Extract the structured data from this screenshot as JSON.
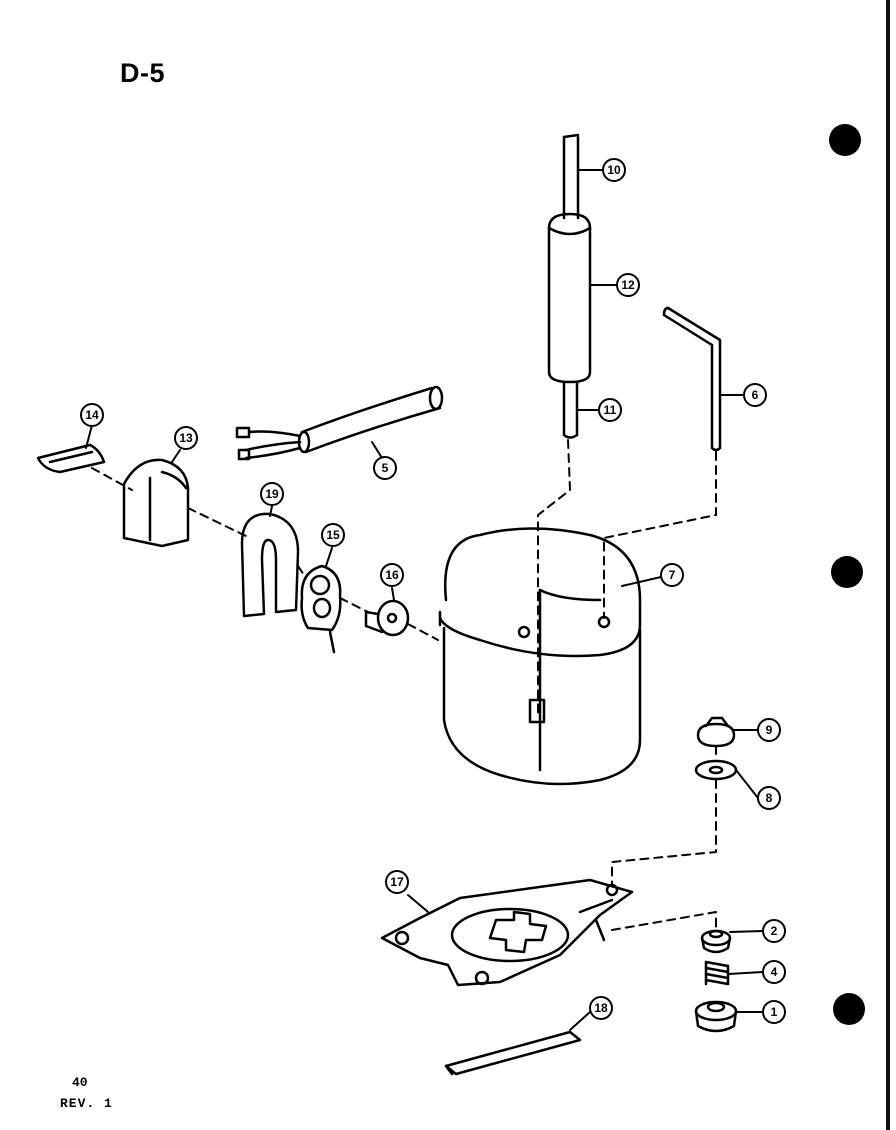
{
  "diagram": {
    "title": "D-5",
    "page_number": "40",
    "revision": "REV. 1",
    "callouts": [
      {
        "id": "p1",
        "label": "1"
      },
      {
        "id": "p2",
        "label": "2"
      },
      {
        "id": "p4",
        "label": "4"
      },
      {
        "id": "p5",
        "label": "5"
      },
      {
        "id": "p6",
        "label": "6"
      },
      {
        "id": "p7",
        "label": "7"
      },
      {
        "id": "p8",
        "label": "8"
      },
      {
        "id": "p9",
        "label": "9"
      },
      {
        "id": "p10",
        "label": "10"
      },
      {
        "id": "p11",
        "label": "11"
      },
      {
        "id": "p12",
        "label": "12"
      },
      {
        "id": "p13",
        "label": "13"
      },
      {
        "id": "p14",
        "label": "14"
      },
      {
        "id": "p15",
        "label": "15"
      },
      {
        "id": "p16",
        "label": "16"
      },
      {
        "id": "p17",
        "label": "17"
      },
      {
        "id": "p18",
        "label": "18"
      },
      {
        "id": "p19",
        "label": "19"
      }
    ]
  }
}
